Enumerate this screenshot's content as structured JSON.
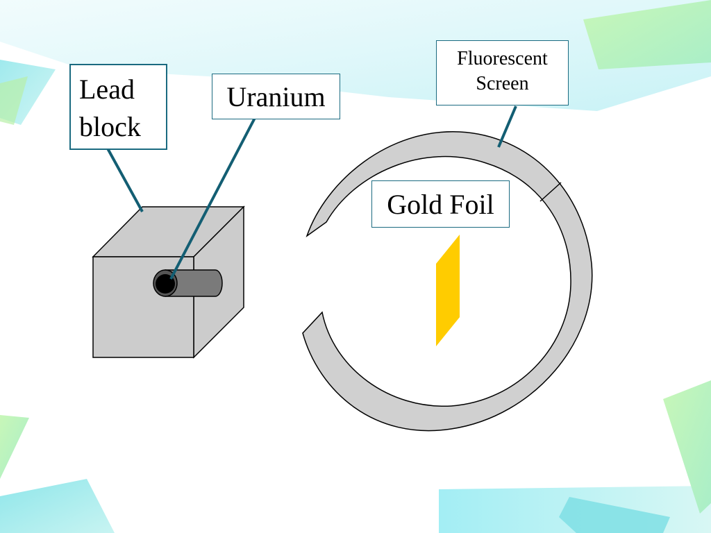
{
  "diagram": {
    "labels": {
      "lead_block_line1": "Lead",
      "lead_block_line2": "block",
      "uranium": "Uranium",
      "fluorescent_screen_line1": "Fluorescent",
      "fluorescent_screen_line2": "Screen",
      "gold_foil": "Gold Foil"
    },
    "colors": {
      "label_border": "#1a6a80",
      "leader_line": "#135e73",
      "block_fill": "#cccccc",
      "screen_fill": "#d0d0d0",
      "gold_foil": "#ffcc00",
      "uranium_dark": "#000000",
      "uranium_tube": "#7a7a7a",
      "deco_cyan": "#9fe8ee",
      "deco_green": "#b6f0b4"
    }
  }
}
